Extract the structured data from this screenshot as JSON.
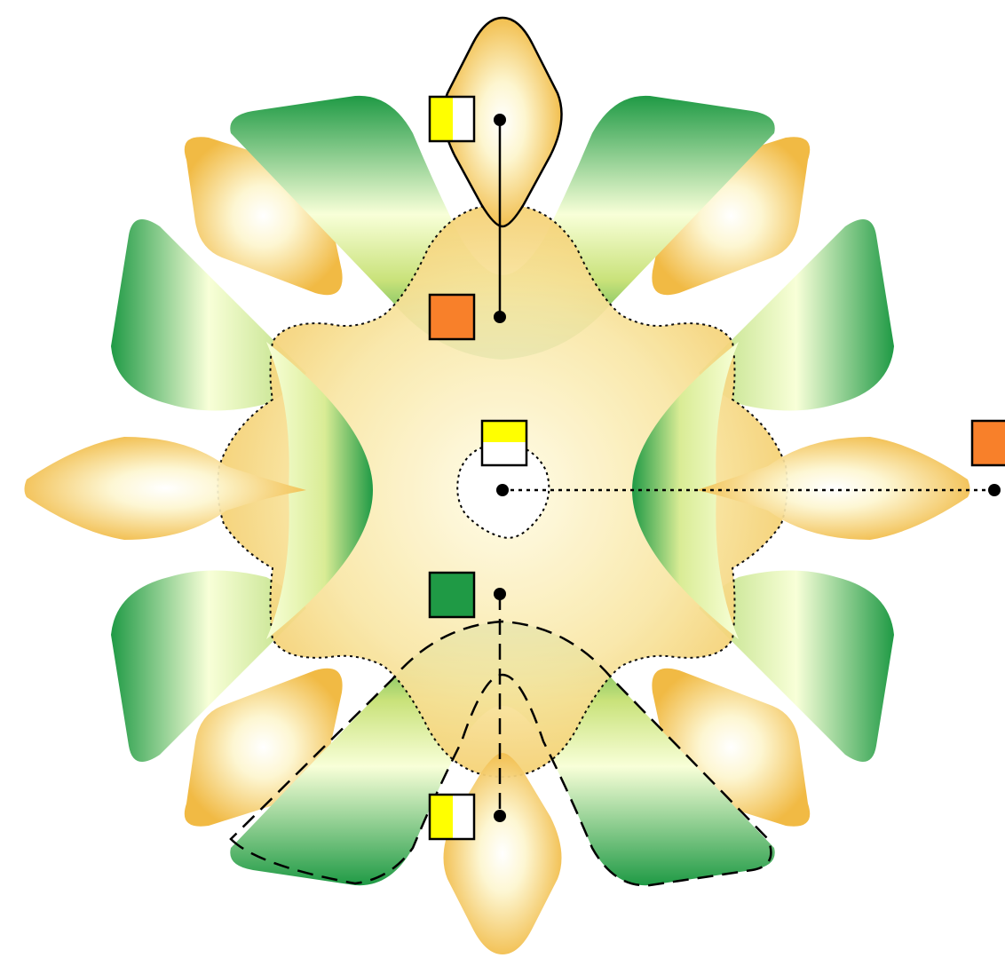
{
  "colors": {
    "green_dark": "#1f9a45",
    "green_light": "#f8ffd8",
    "yellow_gold": "#f0b63a",
    "yellow_light": "#fffbea",
    "marker_yellow": "#ffff00",
    "marker_orange": "#f8802a",
    "marker_green": "#1f9a45",
    "line_color": "#000000",
    "background": "#ffffff"
  },
  "markers": [
    {
      "name": "marker-top",
      "style": "half-yellow-white-vertical"
    },
    {
      "name": "marker-upper-orange",
      "style": "orange"
    },
    {
      "name": "marker-center",
      "style": "half-yellow-white-horizontal"
    },
    {
      "name": "marker-right-orange",
      "style": "orange"
    },
    {
      "name": "marker-lower-green",
      "style": "green"
    },
    {
      "name": "marker-bottom",
      "style": "half-yellow-white-vertical"
    }
  ],
  "line_styles": [
    "solid",
    "dotted",
    "dashed"
  ]
}
